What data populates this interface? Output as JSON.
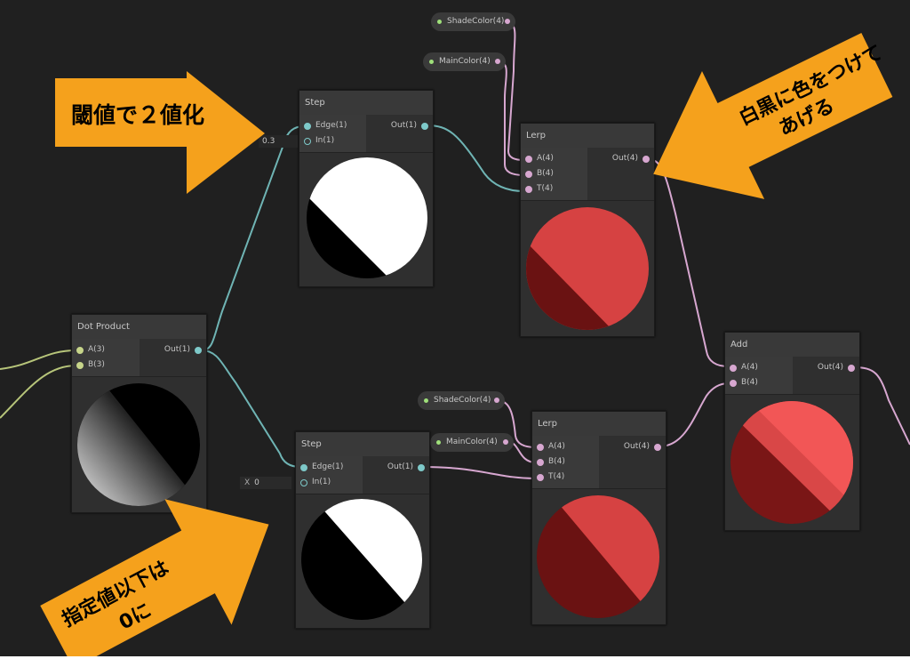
{
  "annotations": {
    "binarize": "閾値で２値化",
    "colorize_1": "白黒に色をつけて",
    "colorize_2": "あげる",
    "below_1": "指定値以下は",
    "below_2": "0に"
  },
  "properties": {
    "shade1": "ShadeColor(4)",
    "main1": "MainColor(4)",
    "shade2": "ShadeColor(4)",
    "main2": "MainColor(4)"
  },
  "nodes": {
    "step1": {
      "title": "Step",
      "in": [
        "Edge(1)",
        "In(1)"
      ],
      "out": "Out(1)",
      "field": "0.3"
    },
    "step2": {
      "title": "Step",
      "in": [
        "Edge(1)",
        "In(1)"
      ],
      "out": "Out(1)",
      "field_label": "X",
      "field": "0"
    },
    "lerp1": {
      "title": "Lerp",
      "in": [
        "A(4)",
        "B(4)",
        "T(4)"
      ],
      "out": "Out(4)"
    },
    "lerp2": {
      "title": "Lerp",
      "in": [
        "A(4)",
        "B(4)",
        "T(4)"
      ],
      "out": "Out(4)"
    },
    "dot": {
      "title": "Dot Product",
      "in": [
        "A(3)",
        "B(3)"
      ],
      "out": "Out(1)"
    },
    "add": {
      "title": "Add",
      "in": [
        "A(4)",
        "B(4)"
      ],
      "out": "Out(4)"
    }
  },
  "colors": {
    "arrow": "#f5a11c",
    "red": "#d64242",
    "dark_red": "#6a1212"
  }
}
